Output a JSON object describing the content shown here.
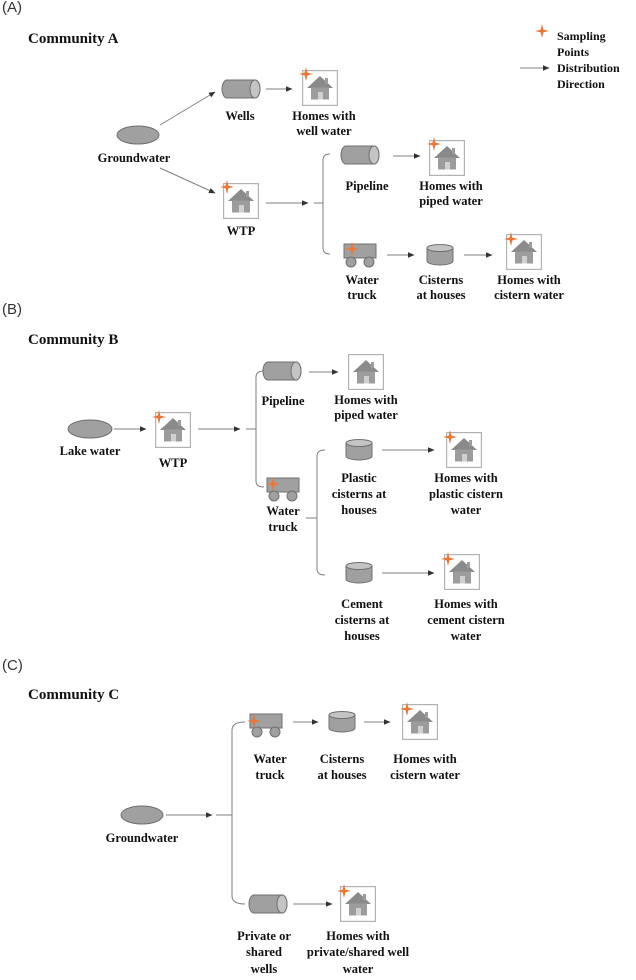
{
  "panels": {
    "a": "(A)",
    "b": "(B)",
    "c": "(C)"
  },
  "legend": {
    "sampling_line1": "Sampling",
    "sampling_line2": "Points",
    "distribution_line1": "Distribution",
    "distribution_line2": "Direction"
  },
  "community_a": {
    "title": "Community A",
    "groundwater": "Groundwater",
    "wells": "Wells",
    "homes_well": [
      "Homes with",
      "well water"
    ],
    "wtp": "WTP",
    "pipeline": "Pipeline",
    "homes_piped": [
      "Homes with",
      "piped water"
    ],
    "water_truck": [
      "Water",
      "truck"
    ],
    "cisterns": [
      "Cisterns",
      "at houses"
    ],
    "homes_cistern": [
      "Homes with",
      "cistern water"
    ]
  },
  "community_b": {
    "title": "Community B",
    "lake_water": "Lake water",
    "wtp": "WTP",
    "pipeline": "Pipeline",
    "homes_piped": [
      "Homes with",
      "piped water"
    ],
    "water_truck": [
      "Water",
      "truck"
    ],
    "plastic_cisterns": [
      "Plastic",
      "cisterns at",
      "houses"
    ],
    "homes_plastic": [
      "Homes with",
      "plastic cistern",
      "water"
    ],
    "cement_cisterns": [
      "Cement",
      "cisterns at",
      "houses"
    ],
    "homes_cement": [
      "Homes with",
      "cement cistern",
      "water"
    ]
  },
  "community_c": {
    "title": "Community C",
    "groundwater": "Groundwater",
    "water_truck": [
      "Water",
      "truck"
    ],
    "cisterns": [
      "Cisterns",
      "at houses"
    ],
    "homes_cistern": [
      "Homes with",
      "cistern water"
    ],
    "private_wells": [
      "Private or",
      "shared",
      "wells"
    ],
    "homes_private": [
      "Homes with",
      "private/shared well",
      "water"
    ]
  }
}
